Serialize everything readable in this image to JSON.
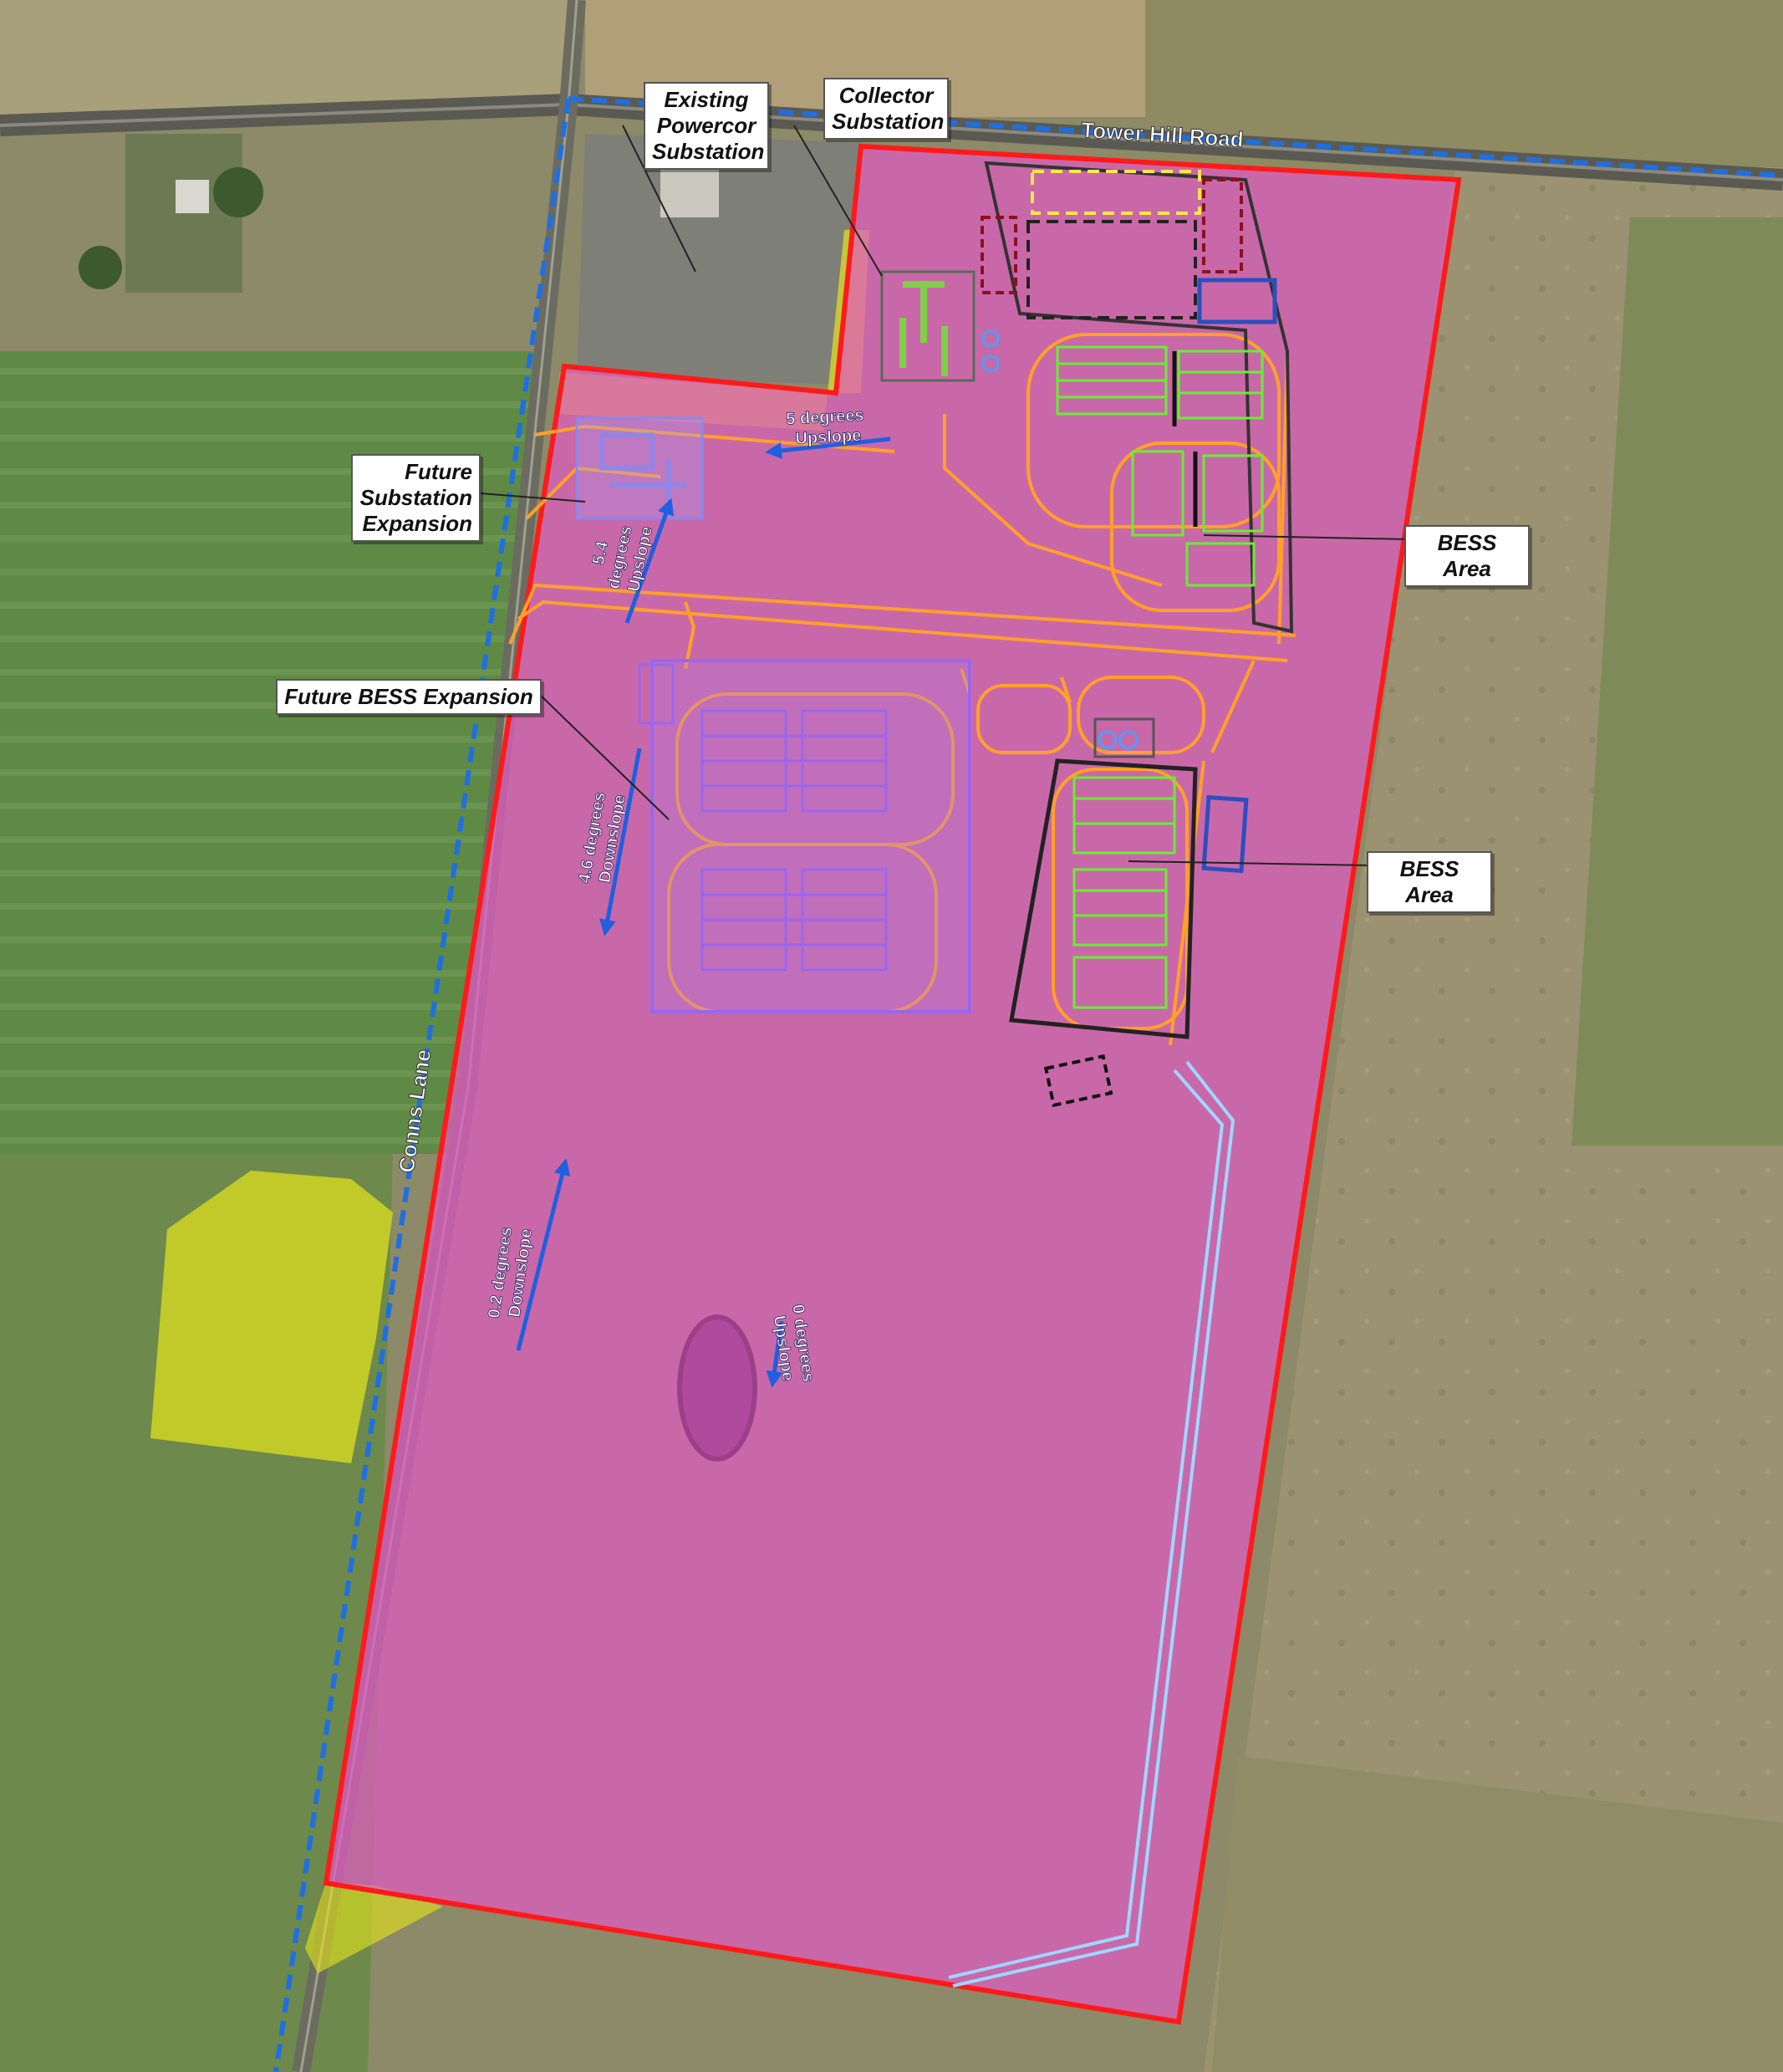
{
  "labels": {
    "existing_substation": [
      "Existing",
      "Powercor",
      "Substation"
    ],
    "collector_substation": [
      "Collector",
      "Substation"
    ],
    "future_substation": [
      "Future",
      "Substation",
      "Expansion"
    ],
    "future_bess": "Future BESS Expansion",
    "bess_area_1": "BESS Area",
    "bess_area_2": "BESS Area"
  },
  "roads": {
    "tower_hill": "Tower Hill Road",
    "conns_lane": "Conns Lane"
  },
  "slopes": {
    "s1": [
      "5 degrees",
      "Upslope"
    ],
    "s2": [
      "5.4",
      "degrees",
      "Upslope"
    ],
    "s3": [
      "4.6 degrees",
      "Downslope"
    ],
    "s4": [
      "0.2 degrees",
      "Downslope"
    ],
    "s5": [
      "0 degrees",
      "Upslope"
    ]
  },
  "colors": {
    "site_boundary": "#ff1a1a",
    "site_fill": "#e05bc0",
    "road_boundary": "#1f6fe0",
    "access_road": "#ffa028",
    "bess_units": "#66ee33",
    "future_units": "#9a66ee",
    "drainage": "#9fd6ff",
    "buffer_zone": "#e6e619"
  }
}
